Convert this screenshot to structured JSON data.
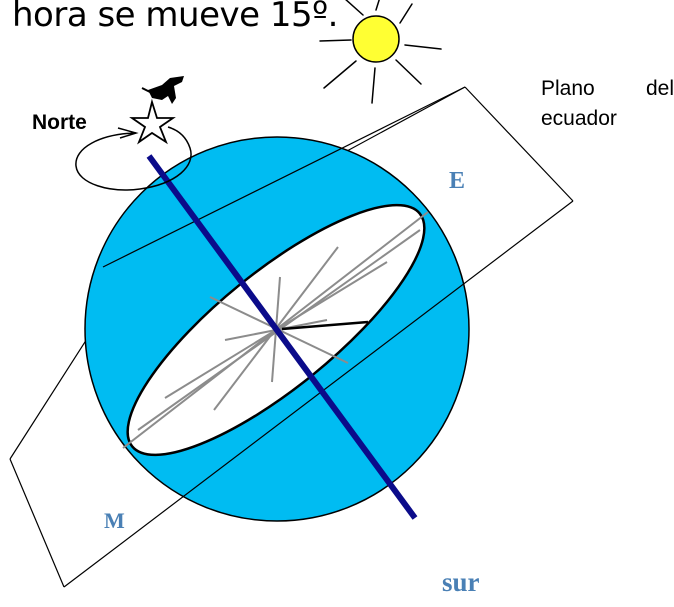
{
  "header": {
    "text": "hora se mueve 15º."
  },
  "labels": {
    "plane_word1": "Plano",
    "plane_word2": "del",
    "plane_line2": "ecuador",
    "north": "Norte",
    "east_mark": "E",
    "west_mark": "M",
    "south": "sur"
  },
  "colors": {
    "globe": "#00bcf2",
    "axis": "#0b0b8a",
    "sun": "#ffff33",
    "hour_lines": "#8c8c8c",
    "marks": "#4a80b5"
  },
  "icons": [
    "sun-icon",
    "bird-icon",
    "star-icon",
    "rotation-arrow-icon"
  ]
}
